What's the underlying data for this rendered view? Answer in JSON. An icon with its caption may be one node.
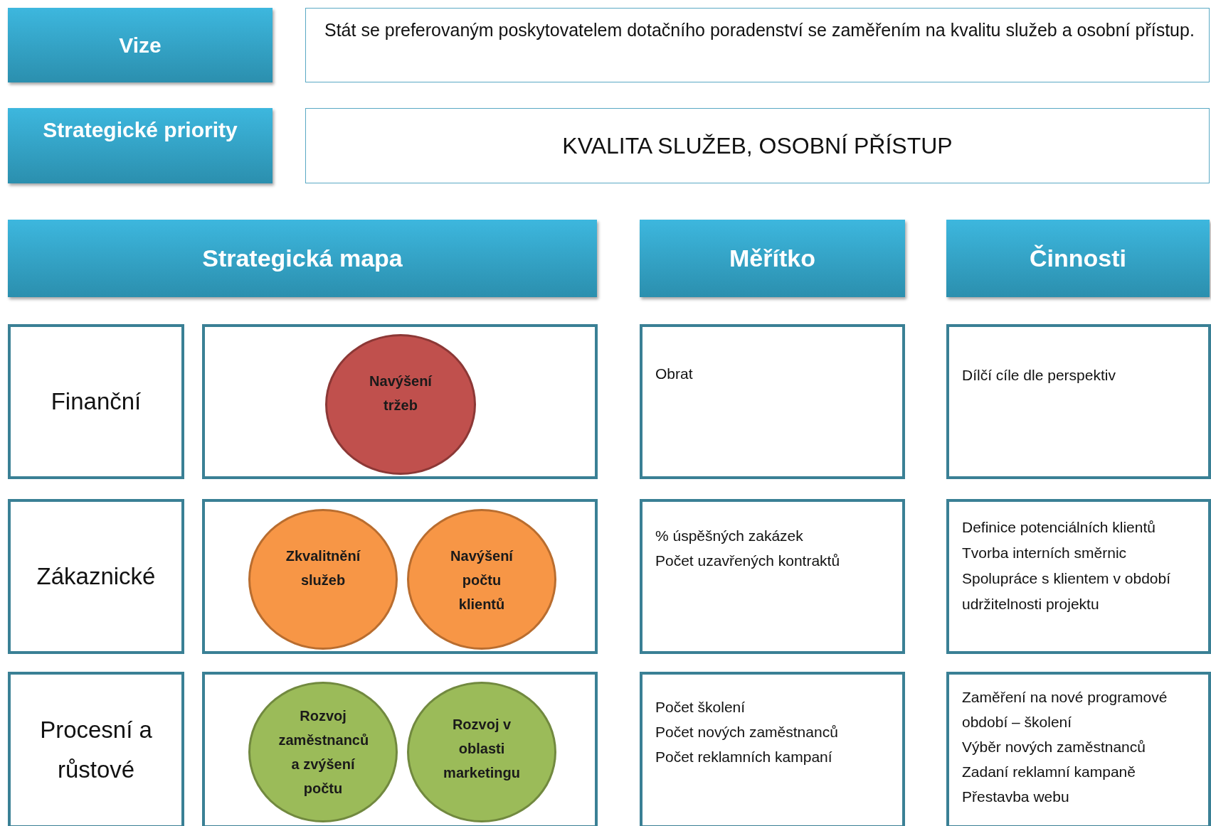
{
  "diagram": {
    "nodes": [
      {
        "text": [
          "Vize"
        ]
      },
      {
        "text": [
          "Stát se preferovaným poskytovatelem dotačního poradenství se zaměřením na kvalitu služeb a osobní přístup."
        ]
      },
      {
        "text": [
          "Strategické priority"
        ]
      },
      {
        "text": [
          "KVALITA SLUŽEB, OSOBNÍ PŘÍSTUP"
        ]
      },
      {
        "text": [
          "Strategická mapa"
        ]
      },
      {
        "text": [
          "Měřítko"
        ]
      },
      {
        "text": [
          "Činnosti"
        ]
      },
      {
        "text": [
          "Finanční"
        ]
      },
      {
        "text": [],
        "shape": "box"
      },
      {
        "text": [
          "Navýšení tržeb"
        ],
        "in": 8
      },
      {
        "text": [
          "Obrat"
        ]
      },
      {
        "text": [
          "Dílčí cíle dle perspektiv"
        ]
      },
      {
        "text": [
          "Zákaznické"
        ]
      },
      {
        "text": [],
        "shape": "box"
      },
      {
        "text": [
          "Zkvalitnění služeb"
        ],
        "in": 13
      },
      {
        "text": [
          "Navýšení počtu klientů"
        ],
        "in": 13
      },
      {
        "text": [
          "% úspěšných zakázek",
          "Počet uzavřených kontraktů"
        ]
      },
      {
        "text": [
          "Definice potenciálních klientů",
          "Tvorba interních směrnic",
          "Spolupráce s klientem v období udržitelnosti projektu"
        ]
      },
      {
        "text": [
          "Procesní a růstové"
        ]
      },
      {
        "text": [],
        "shape": "box"
      },
      {
        "text": [
          "Rozvoj zaměstnanců a zvýšení počtu"
        ],
        "in": 19
      },
      {
        "text": [
          "Rozvoj v oblasti marketingu"
        ],
        "in": 19
      },
      {
        "text": [
          "Počet školení",
          "Počet nových zaměstnanců",
          "Počet reklamních kampaní"
        ]
      },
      {
        "text": [
          "Zaměření na nové programové období – školení",
          "Výběr nových zaměstnanců",
          "Zadaní reklamní kampaně",
          "Přestavba webu"
        ]
      }
    ]
  }
}
